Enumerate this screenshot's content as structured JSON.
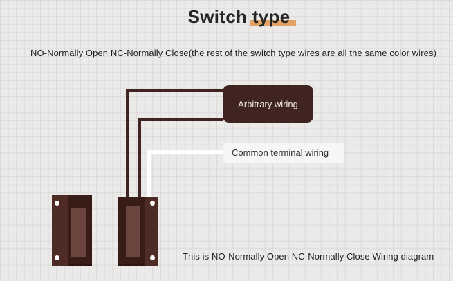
{
  "title": "Switch type",
  "subtitle": "NO-Normally Open NC-Normally Close(the rest of the switch type wires are all the same color wires)",
  "caption": "This is NO-Normally Open NC-Normally Close Wiring diagram",
  "labels": {
    "arbitrary": "Arbitrary wiring",
    "common": "Common terminal wiring"
  },
  "wires": [
    {
      "name": "arbitrary-wire-1",
      "connects_to": "Arbitrary wiring",
      "color": "#3f2421"
    },
    {
      "name": "arbitrary-wire-2",
      "connects_to": "Arbitrary wiring",
      "color": "#3f2421"
    },
    {
      "name": "common-terminal-wire",
      "connects_to": "Common terminal wiring",
      "color": "#ffffff"
    }
  ],
  "colors": {
    "background": "#ebeae9",
    "grid_line": "#dcdad8",
    "title_text": "#262626",
    "accent_bar": "#e3a266",
    "body_text": "#1f1f1f",
    "wire_brown": "#3f2421",
    "wire_white": "#ffffff",
    "switch_body": "#381c16",
    "switch_bevel": "#4e2b24",
    "switch_inner": "#6b453e",
    "screw_dot": "#ffffff",
    "label_dark_bg": "#40241f",
    "label_dark_text": "#f3ece3",
    "label_light_bg": "#f7f6f4",
    "label_light_text": "#2b2b2b"
  }
}
